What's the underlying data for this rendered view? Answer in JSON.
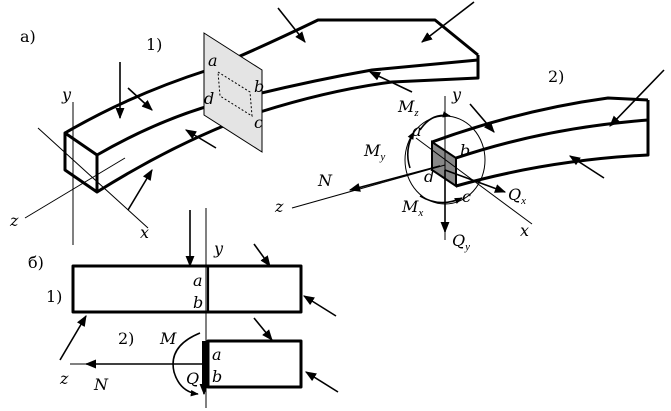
{
  "part_labels": {
    "a": "а)",
    "b": "б)"
  },
  "case_labels": {
    "one_top": "1)",
    "two_top": "2)",
    "one_bottom": "1)",
    "two_bottom": "2)"
  },
  "axes": {
    "x": "x",
    "y": "y",
    "z": "z"
  },
  "points": {
    "a": "a",
    "b": "b",
    "c": "c",
    "d": "d"
  },
  "forces": {
    "N": "N",
    "M": "M",
    "Q": "Q",
    "Mz_base": "M",
    "Mz_sub": "z",
    "My_base": "M",
    "My_sub": "y",
    "Mx_base": "M",
    "Mx_sub": "x",
    "Qx_base": "Q",
    "Qx_sub": "x",
    "Qy_base": "Q",
    "Qy_sub": "y"
  }
}
